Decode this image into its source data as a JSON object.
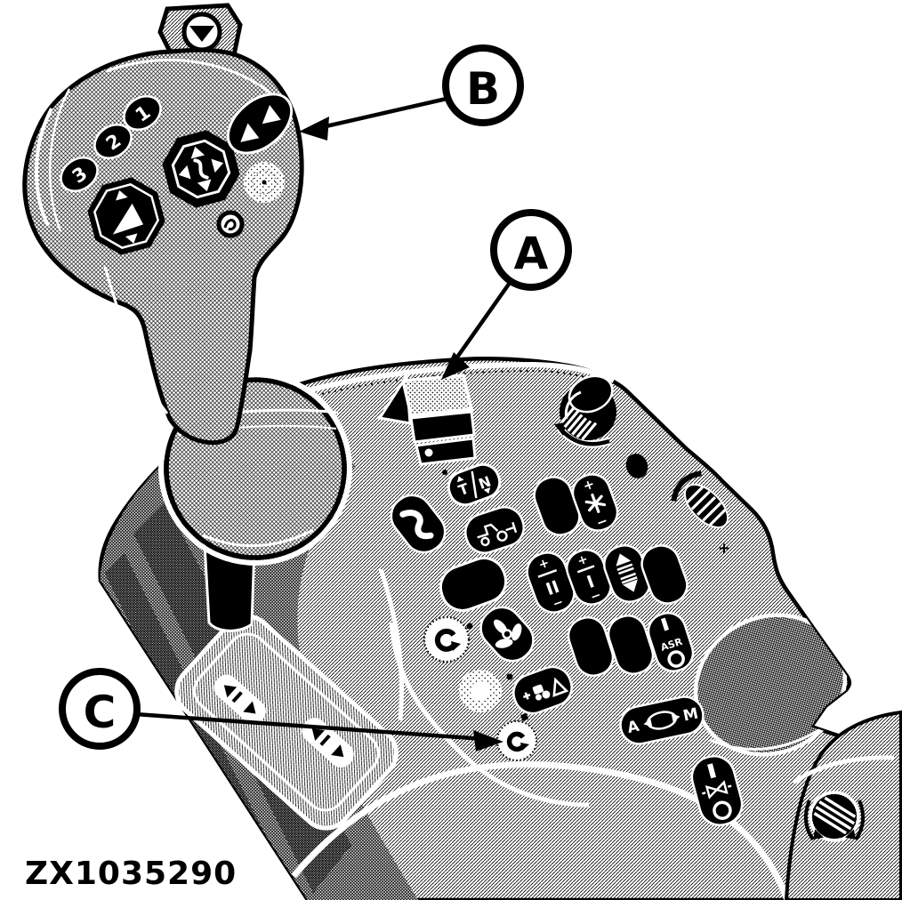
{
  "figure_code": "ZX1035290",
  "colors": {
    "ink": "#000000",
    "paper": "#ffffff"
  },
  "callouts": {
    "a": {
      "label": "A"
    },
    "b": {
      "label": "B"
    },
    "c": {
      "label": "C"
    }
  },
  "joystick": {
    "speed_buttons": [
      {
        "label": "1"
      },
      {
        "label": "2"
      },
      {
        "label": "3"
      }
    ]
  },
  "console": {
    "shift_button": {
      "left": "T",
      "right": "N"
    },
    "pto_switch": {
      "plus": "+",
      "minus": "−"
    },
    "scv_2": {
      "plus": "+",
      "label": "II",
      "minus": "−"
    },
    "scv_1": {
      "plus": "+",
      "label": "I",
      "minus": "−"
    },
    "asr_switch": {
      "on": "I",
      "label": "ASR"
    },
    "auto_manual_switch": {
      "auto": "A",
      "manual": "M"
    },
    "io_switch": {
      "on": "I"
    },
    "plus_marker": "+"
  }
}
